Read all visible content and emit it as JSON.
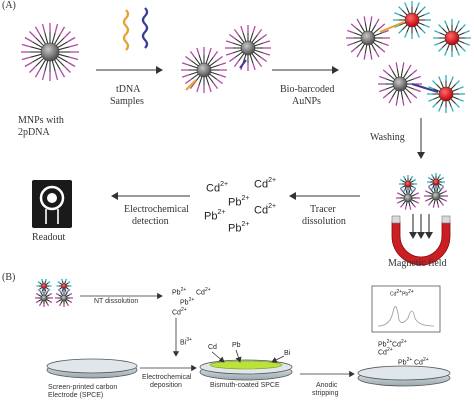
{
  "panel_a": {
    "letter": "(A)",
    "mnps_line1": "MNPs with",
    "mnps_line2": "2pDNA",
    "tdna_line1": "tDNA",
    "tdna_line2": "Samples",
    "bio_line1": "Bio-barcoded",
    "bio_line2": "AuNPs",
    "washing": "Washing",
    "magnetic": "Magnetic field",
    "tracer_line1": "Tracer",
    "tracer_line2": "dissolution",
    "electro_line1": "Electrochemical",
    "electro_line2": "detection",
    "readout": "Readout",
    "ions": {
      "cd": "Cd",
      "pb": "Pb",
      "charge": "2+"
    }
  },
  "panel_b": {
    "letter": "(B)",
    "nt_dissolution": "NT dissolution",
    "bi": "Bi",
    "bi_charge": "3+",
    "cd": "Cd",
    "pb": "Pb",
    "bi_plain": "Bi",
    "charge": "2+",
    "spce_line1": "Screen-printed carbon",
    "spce_line2": "Electrode (SPCE)",
    "deposition_line1": "Electrochemical",
    "deposition_line2": "deposition",
    "bismuth_spce": "Bismuth-coated SPCE",
    "anodic_line1": "Anodic",
    "anodic_line2": "stripping"
  },
  "colors": {
    "mnp_core": "#6b6b6b",
    "probe_magenta": "#b04aa0",
    "probe_dark": "#333333",
    "aunp_red": "#e8141c",
    "probe_cyan": "#30b0b8",
    "magnet_red": "#cc1f24",
    "spce_green": "#b9e23a",
    "arrow": "#333333"
  }
}
